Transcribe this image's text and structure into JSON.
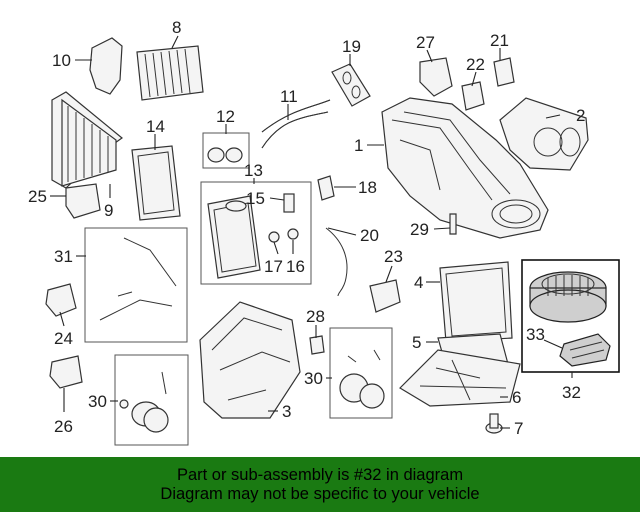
{
  "callouts": {
    "p1": "1",
    "p2": "2",
    "p3": "3",
    "p5": "5",
    "p4": "4",
    "p6": "6",
    "p7": "7",
    "p8": "8",
    "p9": "9",
    "p10": "10",
    "p11": "11",
    "p12": "12",
    "p13": "13",
    "p14": "14",
    "p15": "15",
    "p16": "16",
    "p17": "17",
    "p18": "18",
    "p19": "19",
    "p20": "20",
    "p21": "21",
    "p22": "22",
    "p23": "23",
    "p24": "24",
    "p25": "25",
    "p26": "26",
    "p27": "27",
    "p28": "28",
    "p29": "29",
    "p30a": "30",
    "p30b": "30",
    "p31": "31",
    "p32": "32",
    "p33": "33"
  },
  "banner": {
    "line1": "Part or sub-assembly is #32 in diagram",
    "line2": "Diagram may not be specific to your vehicle"
  },
  "colors": {
    "banner_bg": "#1a7a12",
    "highlight_part": "#cfcfcf"
  }
}
